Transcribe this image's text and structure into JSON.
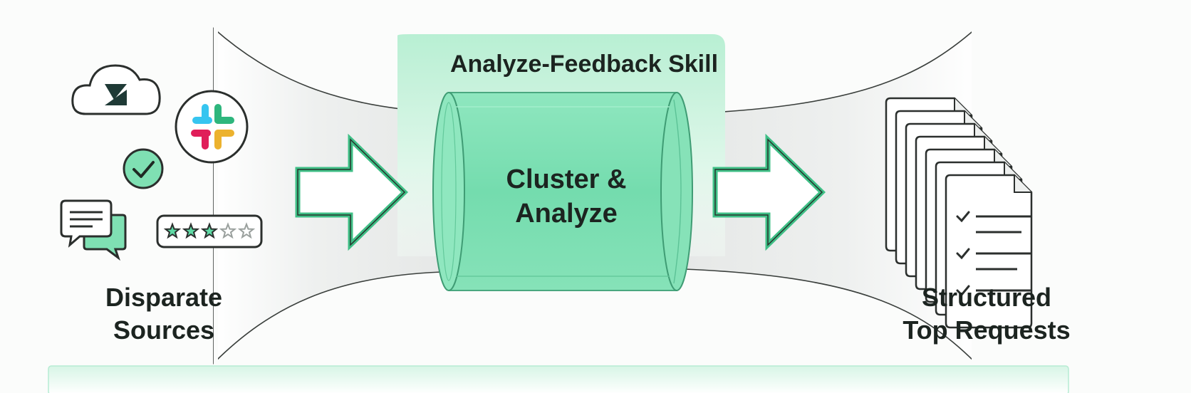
{
  "diagram": {
    "stage_title": "Analyze-Feedback Skill",
    "core_label_line1": "Cluster &",
    "core_label_line2": "Analyze",
    "input_label_line1": "Disparate",
    "input_label_line2": "Sources",
    "output_label_line1": "Structured",
    "output_label_line2": "Top Requests",
    "input_icons": [
      "zendesk-cloud-icon",
      "slack-icon",
      "check-circle-icon",
      "chat-bubbles-icon",
      "star-rating-icon"
    ],
    "star_rating": {
      "filled": 3,
      "total": 5
    },
    "output_icons": [
      "stacked-checklist-documents-icon"
    ],
    "colors": {
      "accent": "#5fd9a5",
      "accent_light": "#c9f3de",
      "accent_dark": "#2a8a60",
      "outline": "#2b2f2d",
      "funnel": "#eeefef"
    }
  }
}
